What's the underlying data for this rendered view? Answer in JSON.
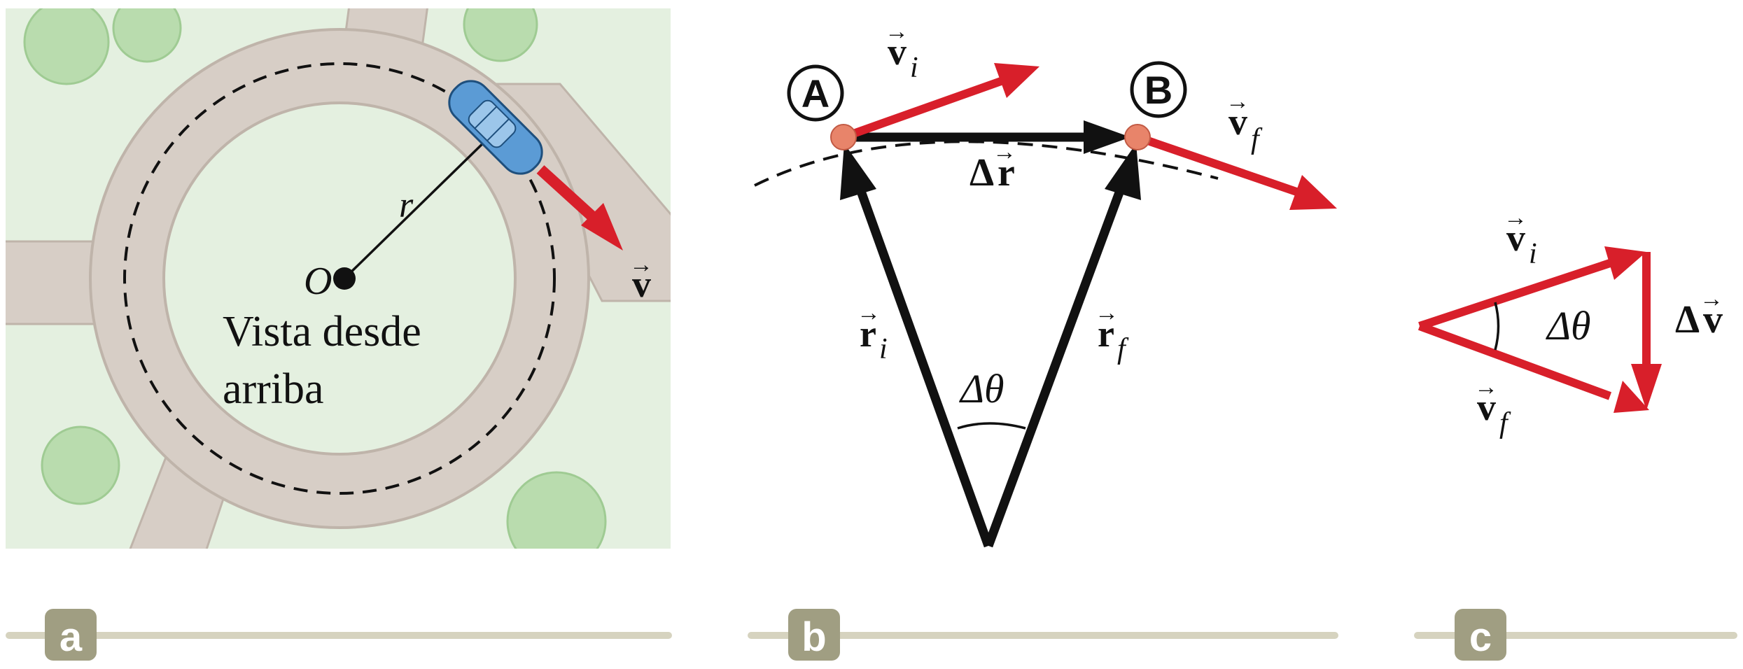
{
  "panels": {
    "a": {
      "label": "a",
      "origin_label": "O",
      "radius_label": "r",
      "velocity_label": "v",
      "caption_line1": "Vista desde",
      "caption_line2": "arriba"
    },
    "b": {
      "label": "b",
      "point_a": "A",
      "point_b": "B",
      "vi_label": "v",
      "vi_sub": "i",
      "vf_label": "v",
      "vf_sub": "f",
      "dr_delta": "Δ",
      "dr_label": "r",
      "ri_label": "r",
      "ri_sub": "i",
      "rf_label": "r",
      "rf_sub": "f",
      "angle_label": "Δθ"
    },
    "c": {
      "label": "c",
      "vi_label": "v",
      "vi_sub": "i",
      "vf_label": "v",
      "vf_sub": "f",
      "dv_delta": "Δ",
      "dv_label": "v",
      "angle_label": "Δθ"
    }
  },
  "colors": {
    "background_map": "#e4f0e0",
    "road": "#d7cec6",
    "road_edge": "#bfb4aa",
    "tree": "#b9dcae",
    "arrow_red": "#d81f2a",
    "arrow_black": "#111111",
    "label_bar": "#d6d3bf",
    "label_badge": "#a09e82",
    "car_body": "#5b9bd5"
  }
}
